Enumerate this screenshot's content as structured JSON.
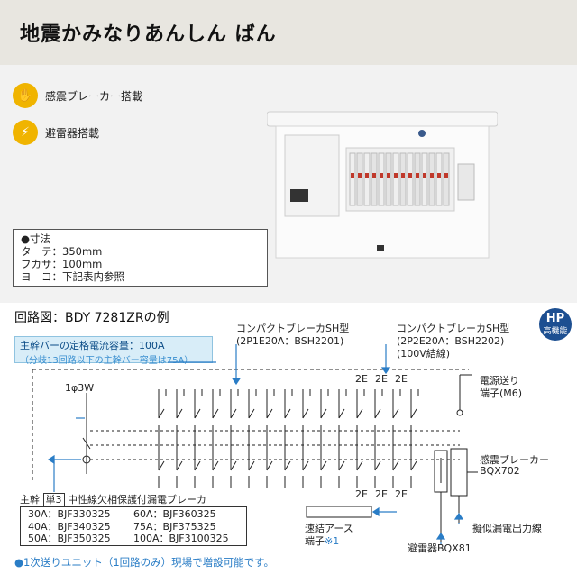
{
  "header": {
    "title": "地震かみなりあんしん ばん"
  },
  "features": [
    {
      "icon": "hand-breaker-icon",
      "label": "感震ブレーカー搭載"
    },
    {
      "icon": "lightning-icon",
      "label": "避雷器搭載"
    }
  ],
  "dimensions": {
    "heading": "●寸法",
    "height": "タ　テ：350mm",
    "depth": "フカサ：100mm",
    "width": "ヨ　コ：下記表内参照"
  },
  "diagram": {
    "title": "回路図：BDY 7281ZRの例",
    "logo_top": "HP",
    "logo_bottom": "高機能",
    "main_bar_line1": "主幹バーの定格電流容量：100A",
    "main_bar_line2": "（分岐13回路以下の主幹バー容量は75A）",
    "compact_a_title": "コンパクトブレーカSH型",
    "compact_a_model": "(2P1E20A：BSH2201)",
    "compact_b_title": "コンパクトブレーカSH型",
    "compact_b_model": "(2P2E20A：BSH2202)",
    "compact_b_note": "(100V結線)",
    "phase": "1φ3W",
    "label_2e": "2E",
    "power_feed_line1": "電源送り",
    "power_feed_line2": "端子(M6)",
    "seismic_line1": "感震ブレーカー",
    "seismic_line2": "BQX702",
    "simulated_leak": "擬似漏電出力線",
    "ground_terminal_line1": "速結アース",
    "ground_terminal_line2": "端子",
    "ground_terminal_mark": "※1",
    "arrester": "避雷器BQX81",
    "main_breaker_prefix": "主幹",
    "main_breaker_tag": "単3",
    "main_breaker_label": "中性線欠相保護付漏電ブレーカ",
    "models": [
      [
        "30A：BJF330325",
        "60A：BJF360325"
      ],
      [
        "40A：BJF340325",
        "75A：BJF375325"
      ],
      [
        "50A：BJF350325",
        "100A：BJF3100325"
      ]
    ],
    "note": "●1次送りユニット（1回路のみ）現場で増設可能です。"
  }
}
